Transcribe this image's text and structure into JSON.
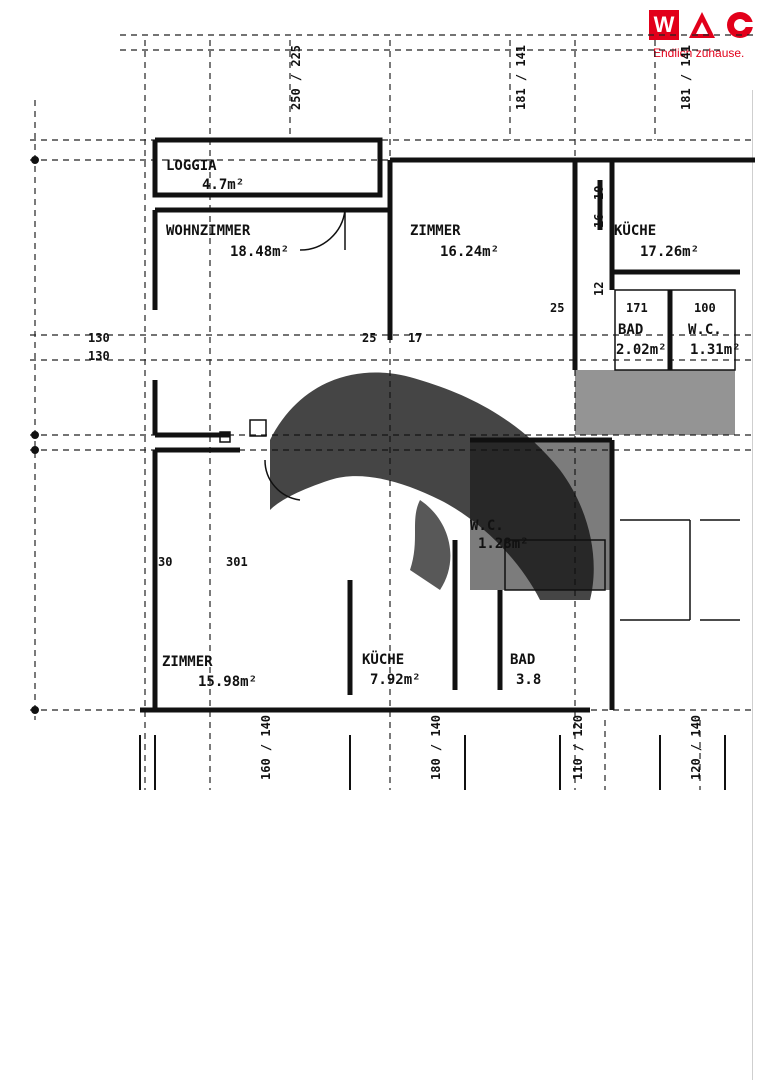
{
  "logo": {
    "letters": "WAG",
    "tagline": "Endlich zuhause.",
    "brand_color": "#e2001a"
  },
  "rooms": [
    {
      "name": "LOGGIA",
      "area": "4.7m²"
    },
    {
      "name": "WOHNZIMMER",
      "area": "18.48m²"
    },
    {
      "name": "ZIMMER",
      "area": "16.24m²"
    },
    {
      "name": "KÜCHE",
      "area": "17.26m²"
    },
    {
      "name": "ZIMMER",
      "area": "15.98m²"
    },
    {
      "name": "KÜCHE",
      "area": "7.92m²"
    },
    {
      "name": "BAD",
      "area": "3.8"
    },
    {
      "name": "W.C.",
      "area": "1.31m²"
    },
    {
      "name": "BAD",
      "area": "2.02m²"
    },
    {
      "name": "W.C.",
      "area": "1.28m²"
    }
  ],
  "dimensions": {
    "top_1": "250 / 225",
    "top_2": "181 / 141",
    "top_3": "181 / 141",
    "left_1": "130",
    "left_2": "130",
    "inner_1": "25",
    "inner_2": "17",
    "inner_3": "25",
    "inner_4": "30",
    "inner_5": "301",
    "inner_6": "171",
    "inner_7": "100",
    "inner_8": "10",
    "inner_9": "16",
    "inner_10": "12",
    "bottom_1": "160 / 140",
    "bottom_2": "180 / 140",
    "bottom_3": "110 / 120",
    "bottom_4": "120 / 140"
  }
}
